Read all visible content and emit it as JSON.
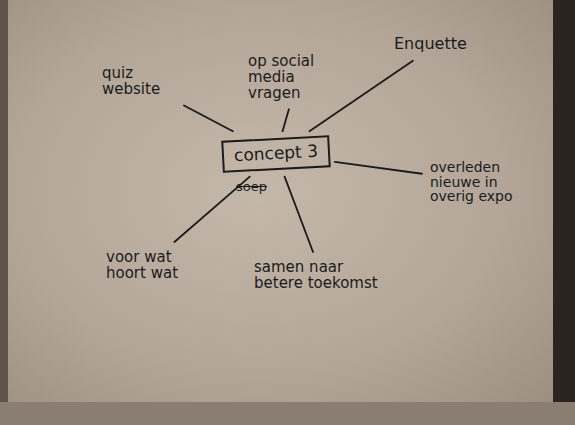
{
  "diagram": {
    "nodes": [
      {
        "text": [
          "quiz website"
        ]
      },
      {
        "text": [
          "op social media vragen"
        ]
      },
      {
        "text": [
          "Enquette"
        ]
      },
      {
        "text": [
          "concept 3"
        ]
      },
      {
        "text": [
          "overleden nieuwe in overig expo"
        ]
      },
      {
        "text": [
          "voor wat hoort wat"
        ]
      },
      {
        "text": [
          "samen naar betere toekomst"
        ]
      }
    ],
    "edges": [
      {
        "from": 3,
        "to": 0,
        "arrow": "none"
      },
      {
        "from": 3,
        "to": 1,
        "arrow": "none"
      },
      {
        "from": 3,
        "to": 2,
        "arrow": "none"
      },
      {
        "from": 3,
        "to": 4,
        "arrow": "none"
      },
      {
        "from": 3,
        "to": 5,
        "arrow": "none"
      },
      {
        "from": 3,
        "to": 6,
        "arrow": "none"
      }
    ],
    "labels": [
      "soep"
    ]
  }
}
